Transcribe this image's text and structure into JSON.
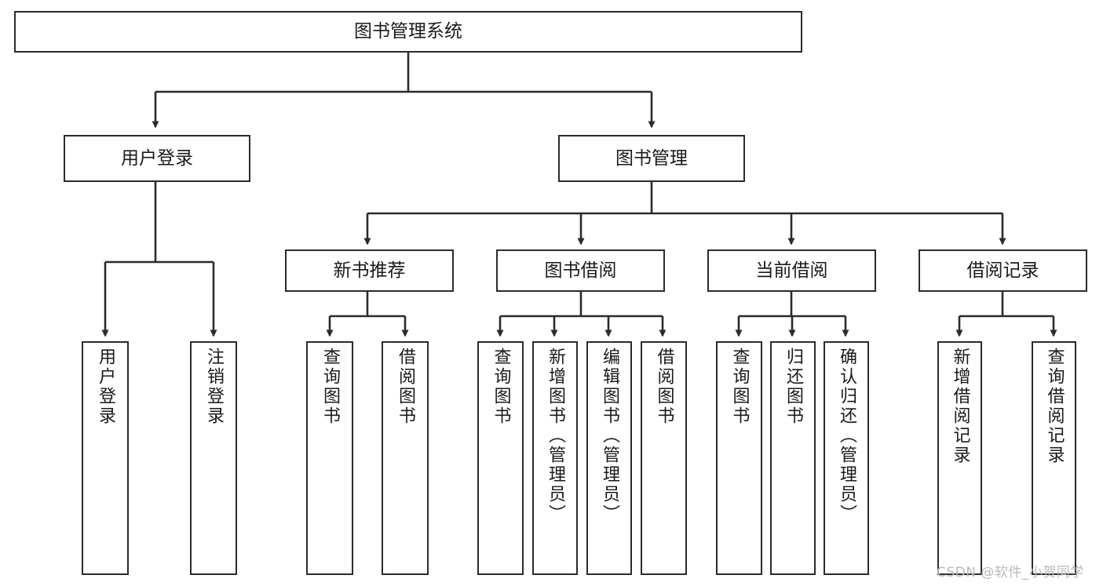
{
  "diagram": {
    "title": "图书管理系统",
    "watermark": "CSDN @软件_小贺同学",
    "stroke_color": "#2b2b2b",
    "text_color": "#1a1a1a",
    "background_color": "#ffffff",
    "watermark_color": "#b9b9b9"
  },
  "root": {
    "label": "图书管理系统"
  },
  "level2": {
    "user_login": {
      "label": "用户登录"
    },
    "book_manage": {
      "label": "图书管理"
    }
  },
  "level3": {
    "new_book_recommend": {
      "label": "新书推荐"
    },
    "book_borrow": {
      "label": "图书借阅"
    },
    "current_borrow": {
      "label": "当前借阅"
    },
    "borrow_record": {
      "label": "借阅记录"
    }
  },
  "leaves": {
    "user_login_children": [
      {
        "label": "用户登录"
      },
      {
        "label": "注销登录"
      }
    ],
    "new_book_recommend_children": [
      {
        "label": "查询图书"
      },
      {
        "label": "借阅图书"
      }
    ],
    "book_borrow_children": [
      {
        "label": "查询图书"
      },
      {
        "label": "新增图书（管理员）"
      },
      {
        "label": "编辑图书（管理员）"
      },
      {
        "label": "借阅图书"
      }
    ],
    "current_borrow_children": [
      {
        "label": "查询图书"
      },
      {
        "label": "归还图书"
      },
      {
        "label": "确认归还（管理员）"
      }
    ],
    "borrow_record_children": [
      {
        "label": "新增借阅记录"
      },
      {
        "label": "查询借阅记录"
      }
    ]
  }
}
